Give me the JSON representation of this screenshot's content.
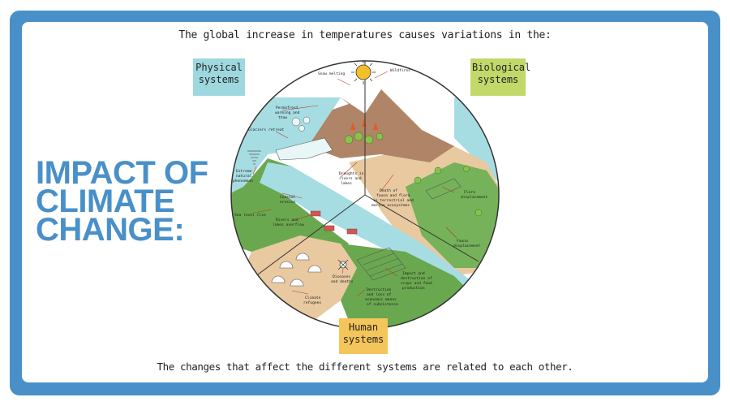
{
  "heading": {
    "line1": "IMPACT OF",
    "line2": "CLIMATE",
    "line3": "CHANGE:"
  },
  "captions": {
    "top": "The global increase in temperatures causes variations in the:",
    "bottom": "The changes that affect the different systems are related to each other."
  },
  "systems": {
    "physical": {
      "line1": "Physical",
      "line2": "systems"
    },
    "biological": {
      "line1": "Biological",
      "line2": "systems"
    },
    "human": {
      "line1": "Human",
      "line2": "systems"
    }
  },
  "annotations": {
    "snow_melting": "Snow melting",
    "wildfires": "Wildfires",
    "permafrost": [
      "Permafrost",
      "warming and",
      "thaw"
    ],
    "glaciers": "Glaciers retreat",
    "extreme_events": [
      "Extreme",
      "natural",
      "phenomena"
    ],
    "coastal_erosion": [
      "Coastal",
      "erosion"
    ],
    "sea_level": "Sea level rise",
    "rivers_overflow": [
      "Rivers and",
      "lakes overflow"
    ],
    "droughts": [
      "Droughts in",
      "rivers and",
      "lakes"
    ],
    "death_fauna": [
      "Death of",
      "fauna and flora",
      "in terrestrial and",
      "marine ecosystems"
    ],
    "flora_displacement": [
      "Flora",
      "displacement"
    ],
    "fauna_displacement": [
      "Fauna",
      "displacement"
    ],
    "diseases": [
      "Diseases",
      "and deaths"
    ],
    "crops": [
      "Impact and",
      "destruction of",
      "crops and food",
      "production"
    ],
    "economic": [
      "Destruction",
      "and loss of",
      "economic means",
      "of subsistence"
    ],
    "refugees": [
      "Climate",
      "refugees"
    ]
  },
  "colors": {
    "frame": "#4a90c8",
    "heading": "#4a90c8",
    "water": "#a6dde3",
    "land_green": "#6aa84f",
    "sand": "#e8c9a0",
    "mountain": "#b08466",
    "sun": "#f4c02a"
  }
}
